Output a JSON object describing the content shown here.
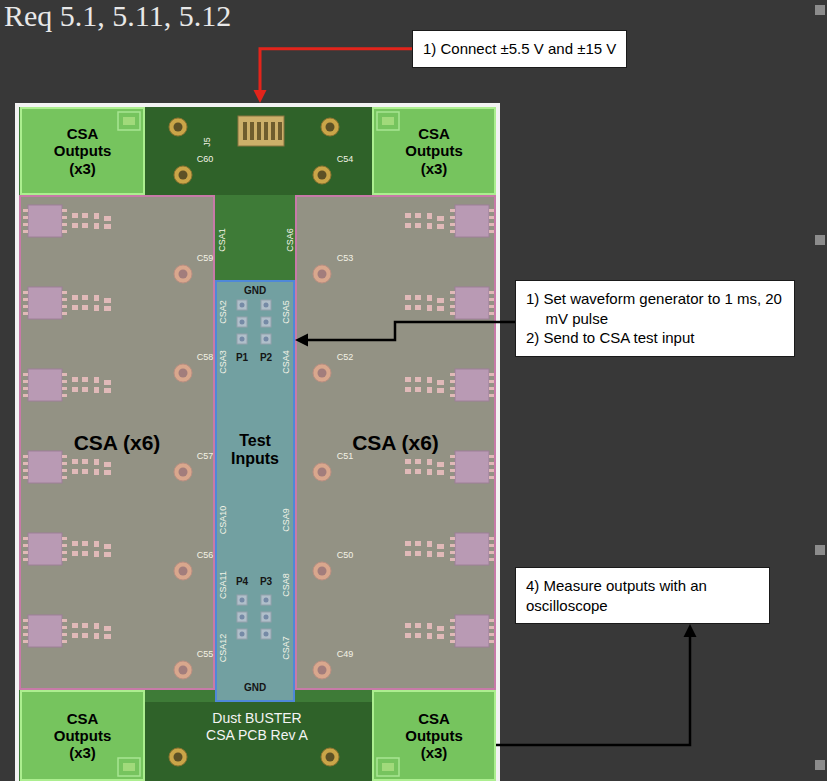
{
  "diagram": {
    "title": "Req 5.1, 5.11, 5.12",
    "nodes": [
      {
        "text": [
          "1) Connect ±5.5 V and ±15 V"
        ]
      },
      {
        "text": [
          "Dust BUSTER CSA PCB Rev A"
        ]
      },
      {
        "text": [
          "CSA Outputs (x3)"
        ],
        "in": 1
      },
      {
        "text": [
          "CSA Outputs (x3)"
        ],
        "in": 1
      },
      {
        "text": [
          "CSA (x6)"
        ],
        "in": 1
      },
      {
        "text": [
          "Test Inputs"
        ],
        "in": 1
      },
      {
        "text": [
          "CSA (x6)"
        ],
        "in": 1
      },
      {
        "text": [
          "1) Set waveform generator to 1 ms, 20 mV pulse",
          "2) Send to CSA test input"
        ]
      },
      {
        "text": [
          "CSA Outputs (x3)"
        ],
        "in": 1
      },
      {
        "text": [
          "CSA Outputs (x3)"
        ],
        "in": 1
      },
      {
        "text": [
          "4) Measure outputs with an oscilloscope"
        ]
      }
    ],
    "edges": [
      {
        "from": 0,
        "to": 1,
        "arrow": "to"
      },
      {
        "from": 7,
        "to": 5,
        "arrow": "to"
      },
      {
        "from": 9,
        "to": 10,
        "arrow": "to"
      }
    ],
    "labels": [
      "J5",
      "CSA1",
      "CSA6",
      "GND",
      "CSA2",
      "CSA5",
      "CSA3",
      "CSA4",
      "P1",
      "P2",
      "CSA10",
      "CSA9",
      "P4",
      "P3",
      "CSA11",
      "CSA8",
      "CSA12",
      "CSA7",
      "GND",
      "C60",
      "C59",
      "C58",
      "C57",
      "C56",
      "C55",
      "C54",
      "C53",
      "C52",
      "C51",
      "C50",
      "C49"
    ]
  }
}
